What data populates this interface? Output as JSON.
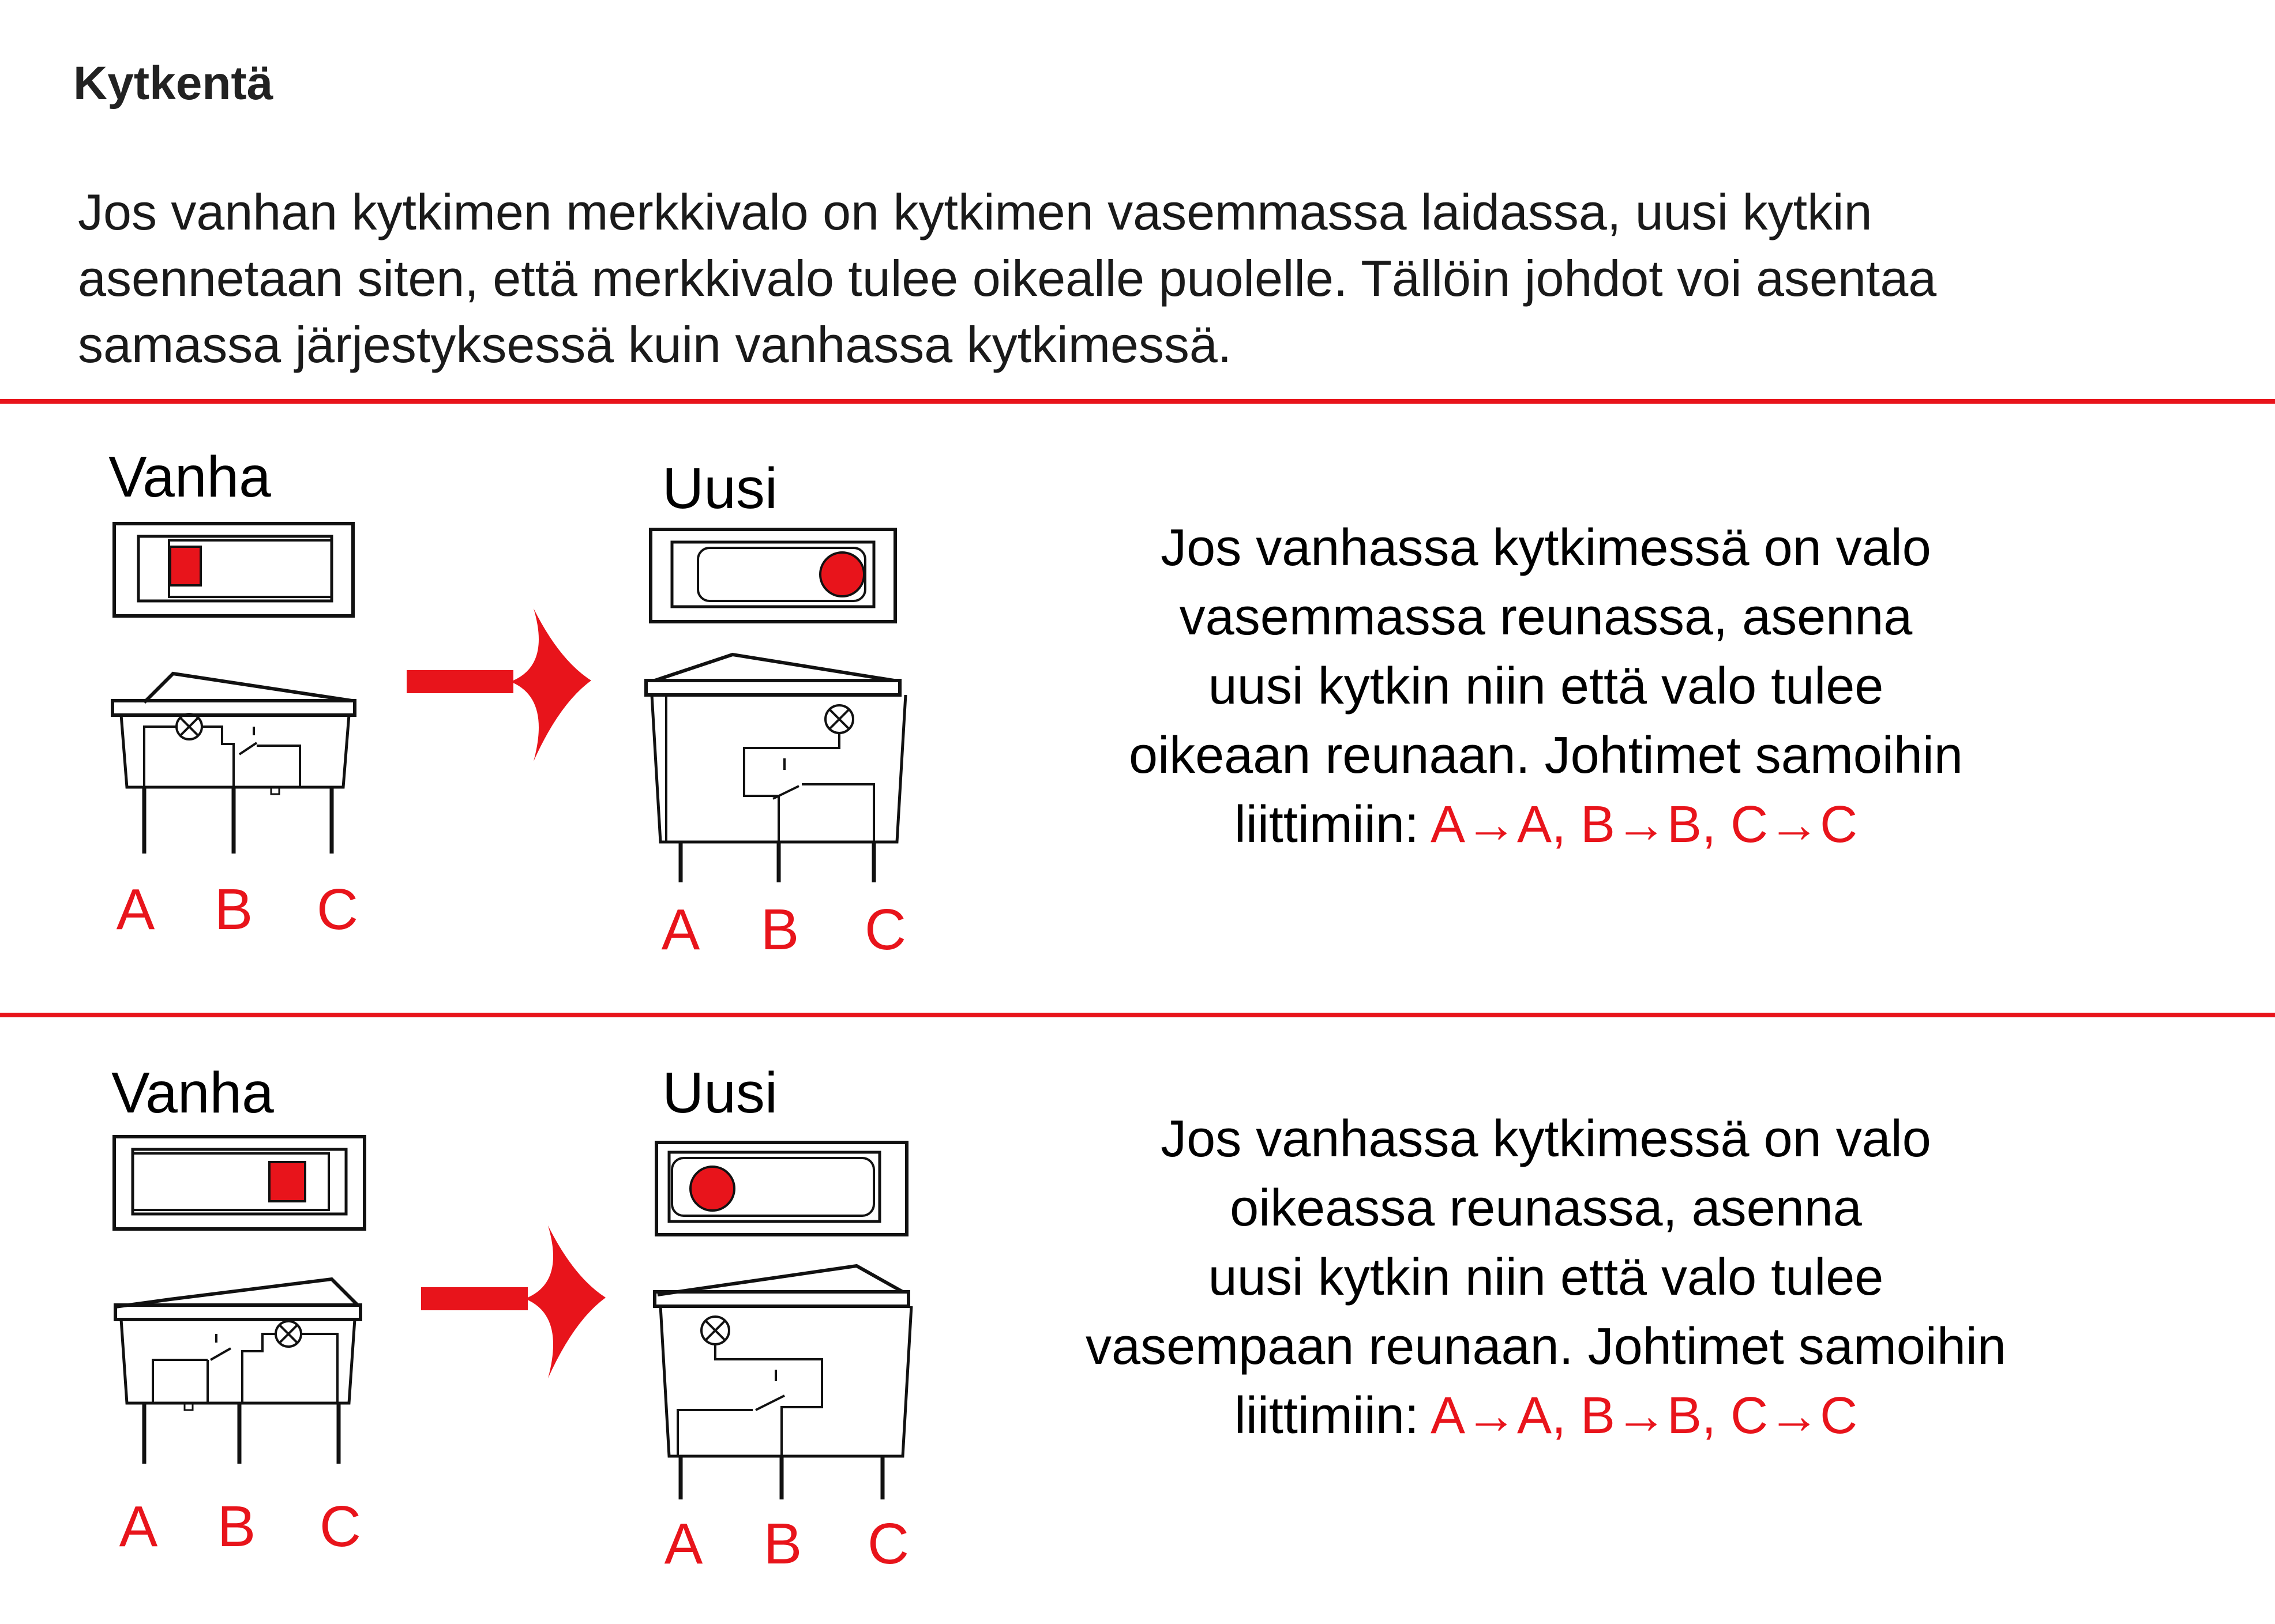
{
  "heading": "Kytkentä",
  "intro": [
    "Jos vanhan kytkimen merkkivalo on kytkimen vasemmassa laidassa, uusi kytkin",
    "asennetaan siten, että merkkivalo tulee oikealle puolelle. Tällöin johdot voi asentaa",
    "samassa järjestyksessä kuin vanhassa kytkimessä."
  ],
  "colors": {
    "accent": "#e8141b",
    "text": "#111111"
  },
  "sections": [
    {
      "old_label": "Vanha",
      "new_label": "Uusi",
      "old_pins": [
        "A",
        "B",
        "C"
      ],
      "new_pins": [
        "A",
        "B",
        "C"
      ],
      "old_light_position": "left",
      "new_light_position": "right",
      "description": [
        "Jos vanhassa kytkimessä on valo",
        "vasemmassa reunassa, asenna",
        "uusi kytkin niin että valo tulee",
        "oikeaan reunaan. Johtimet samoihin"
      ],
      "wiring_prefix": "liittimiin: ",
      "wiring": "A→A, B→B, C→C"
    },
    {
      "old_label": "Vanha",
      "new_label": "Uusi",
      "old_pins": [
        "A",
        "B",
        "C"
      ],
      "new_pins": [
        "A",
        "B",
        "C"
      ],
      "old_light_position": "right",
      "new_light_position": "left",
      "description": [
        "Jos vanhassa kytkimessä on valo",
        "oikeassa reunassa, asenna",
        "uusi kytkin niin että valo tulee",
        "vasempaan reunaan. Johtimet samoihin"
      ],
      "wiring_prefix": "liittimiin: ",
      "wiring": "A→A, B→B, C→C"
    }
  ]
}
